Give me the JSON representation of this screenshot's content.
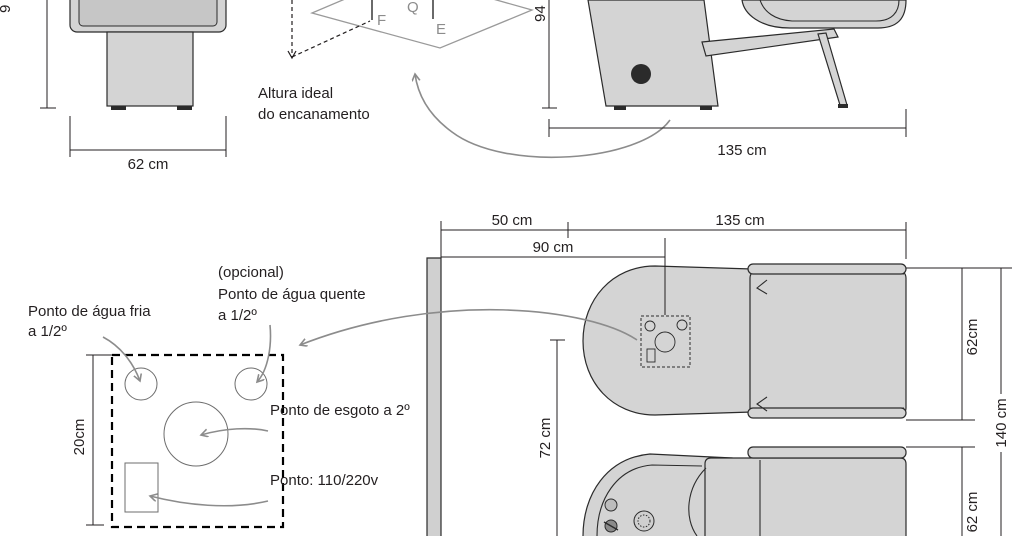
{
  "front_view": {
    "height_label": "9",
    "width_label": "62 cm"
  },
  "plumbing_elevation": {
    "letters": {
      "f": "F",
      "q": "Q",
      "e": "E"
    },
    "caption": [
      "Altura ideal",
      "do encanamento"
    ]
  },
  "side_view": {
    "height_label": "94",
    "length_label": "135 cm"
  },
  "top_view": {
    "wall_to_bowl": "50 cm",
    "chair_length": "135 cm",
    "wall_to_points": "90 cm",
    "points_height": "72 cm",
    "chair_width_1": "62cm",
    "total_width": "140 cm",
    "chair_width_2": "62 cm"
  },
  "points_detail": {
    "cold_water": [
      "Ponto de água fria",
      "a 1/2º"
    ],
    "hot_water": [
      "(opcional)",
      "Ponto de água quente",
      "a 1/2º"
    ],
    "drain": "Ponto de esgoto a 2º",
    "power": "Ponto: 110/220v",
    "box_size": "20cm"
  },
  "colors": {
    "text": "#231f20",
    "outline": "#2b2b2b",
    "chair_fill": "#d4d4d4",
    "wall_fill": "#d0d0d0",
    "arrow": "#8c8c8c"
  }
}
